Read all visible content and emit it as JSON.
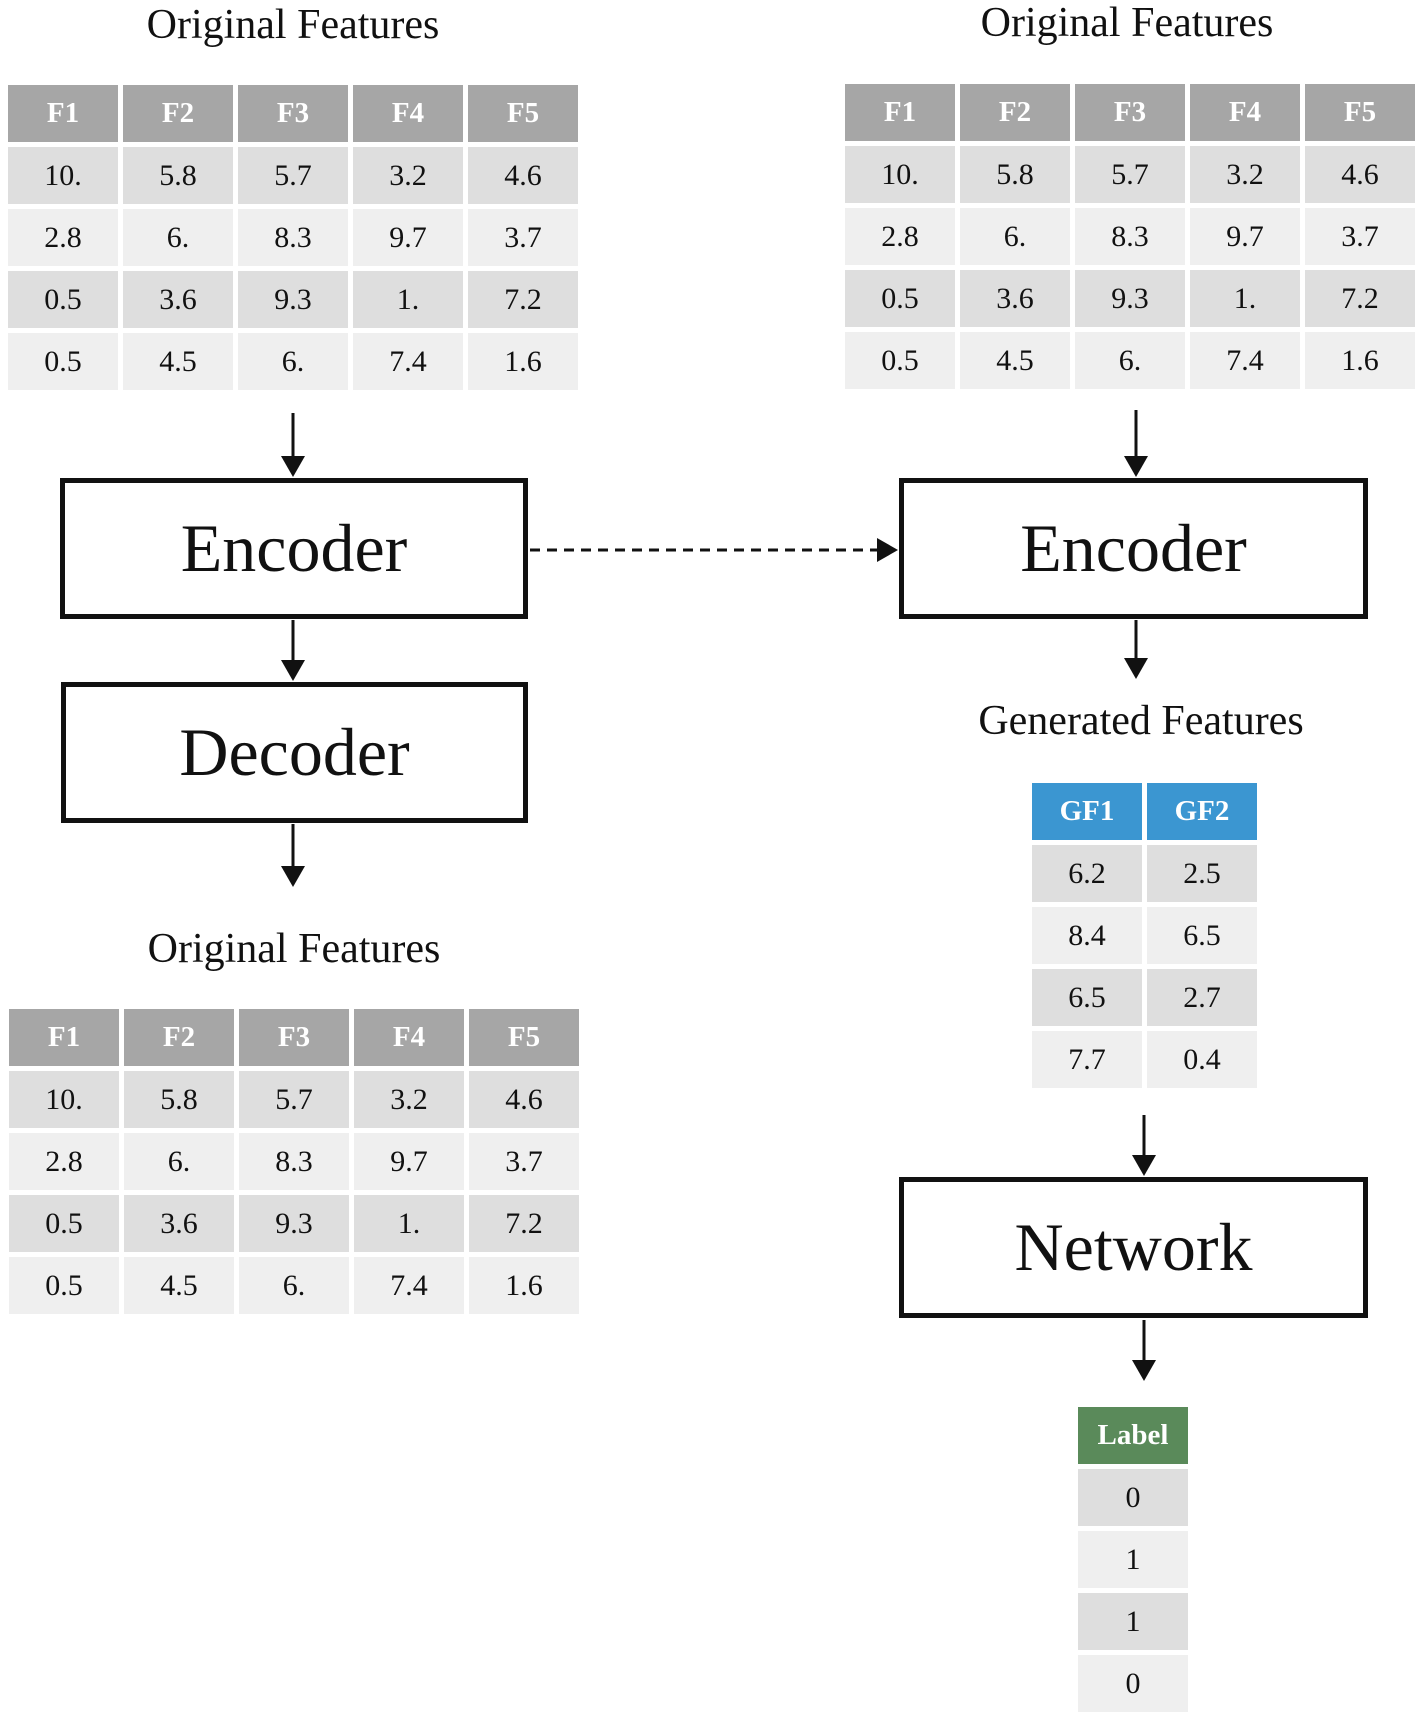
{
  "titles": {
    "top_left": "Original Features",
    "top_right": "Original Features",
    "bottom_left": "Original Features",
    "generated": "Generated Features"
  },
  "boxes": {
    "encoder_left": "Encoder",
    "decoder": "Decoder",
    "encoder_right": "Encoder",
    "network": "Network"
  },
  "original_table": {
    "headers": [
      "F1",
      "F2",
      "F3",
      "F4",
      "F5"
    ],
    "rows": [
      [
        "10.",
        "5.8",
        "5.7",
        "3.2",
        "4.6"
      ],
      [
        "2.8",
        "6.",
        "8.3",
        "9.7",
        "3.7"
      ],
      [
        "0.5",
        "3.6",
        "9.3",
        "1.",
        "7.2"
      ],
      [
        "0.5",
        "4.5",
        "6.",
        "7.4",
        "1.6"
      ]
    ]
  },
  "generated_table": {
    "headers": [
      "GF1",
      "GF2"
    ],
    "rows": [
      [
        "6.2",
        "2.5"
      ],
      [
        "8.4",
        "6.5"
      ],
      [
        "6.5",
        "2.7"
      ],
      [
        "7.7",
        "0.4"
      ]
    ]
  },
  "label_table": {
    "headers": [
      "Label"
    ],
    "rows": [
      [
        "0"
      ],
      [
        "1"
      ],
      [
        "1"
      ],
      [
        "0"
      ]
    ]
  },
  "colors": {
    "header_gray": "#a6a6a6",
    "header_blue": "#3b96d1",
    "header_green": "#5a8a5a",
    "row_dark": "#dedede",
    "row_light": "#efefef"
  }
}
